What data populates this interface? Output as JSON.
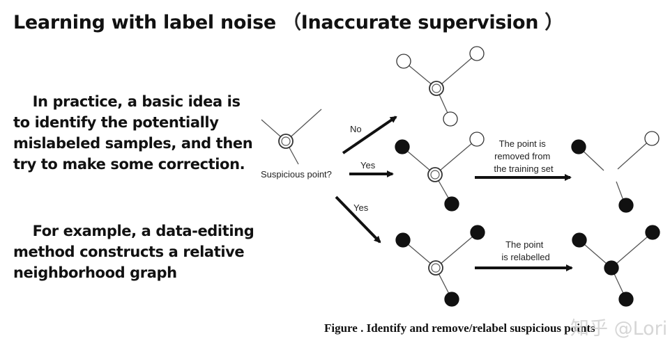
{
  "title": {
    "main": "Learning with label noise",
    "open_paren": "（",
    "highlight": "Inaccurate",
    "rest": " supervision",
    "close_paren": "）"
  },
  "paragraph1": {
    "lines": [
      "    In practice, a basic idea is",
      "to identify the potentially",
      "mislabeled samples, and then",
      "try to make some correction."
    ]
  },
  "paragraph2": {
    "lines": [
      "    For example, a data-editing",
      "method constructs a relative",
      "neighborhood graph"
    ]
  },
  "diagram": {
    "suspicious_label": "Suspicious point?",
    "no_label": "No",
    "yes_label_1": "Yes",
    "yes_label_2": "Yes",
    "removed_text": [
      "The point is",
      "removed from",
      "the training set"
    ],
    "relabel_text": [
      "The point",
      "is relabelled"
    ]
  },
  "caption": "Figure . Identify and remove/relabel suspicious points",
  "watermark": "知乎 @Lori"
}
